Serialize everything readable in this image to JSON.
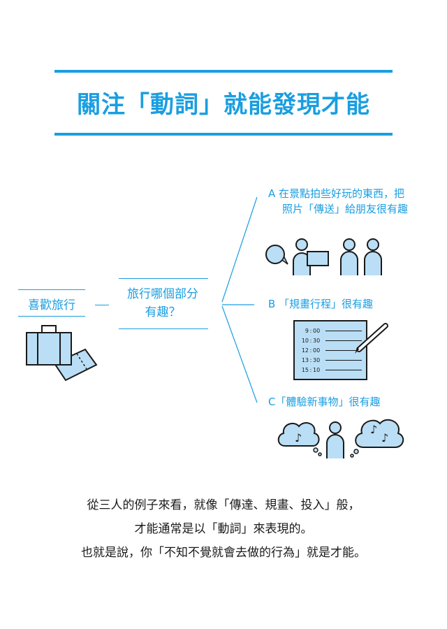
{
  "title": "關注「動詞」就能發現才能",
  "root": {
    "label": "喜歡旅行"
  },
  "question": {
    "line1": "旅行哪個部分",
    "line2": "有趣？"
  },
  "options": [
    {
      "line1": "A  在景點拍些好玩的東西，把",
      "line2": "照片「傳送」給朋友很有趣"
    },
    {
      "line1": "B 「規畫行程」很有趣"
    },
    {
      "line1": "C「體驗新事物」很有趣"
    }
  ],
  "schedule": {
    "rows": [
      {
        "hour": "9",
        "min": "00"
      },
      {
        "hour": "10",
        "min": "30"
      },
      {
        "hour": "12",
        "min": "00"
      },
      {
        "hour": "13",
        "min": "30"
      },
      {
        "hour": "15",
        "min": "10"
      }
    ]
  },
  "summary": [
    "從三人的例子來看，就像「傳達、規畫、投入」般，",
    "才能通常是以「動詞」來表現的。",
    "也就是說，你「不知不覺就會去做的行為」就是才能。"
  ],
  "colors": {
    "accent": "#1a9ee0",
    "fill": "#b9def5",
    "line": "#1a1a1a"
  },
  "icons": [
    "speech-bubble-icon",
    "presenter-icon",
    "person-icon",
    "suitcase-icon",
    "ticket-icon",
    "notepad-icon",
    "pencil-icon",
    "music-cloud-icon"
  ]
}
